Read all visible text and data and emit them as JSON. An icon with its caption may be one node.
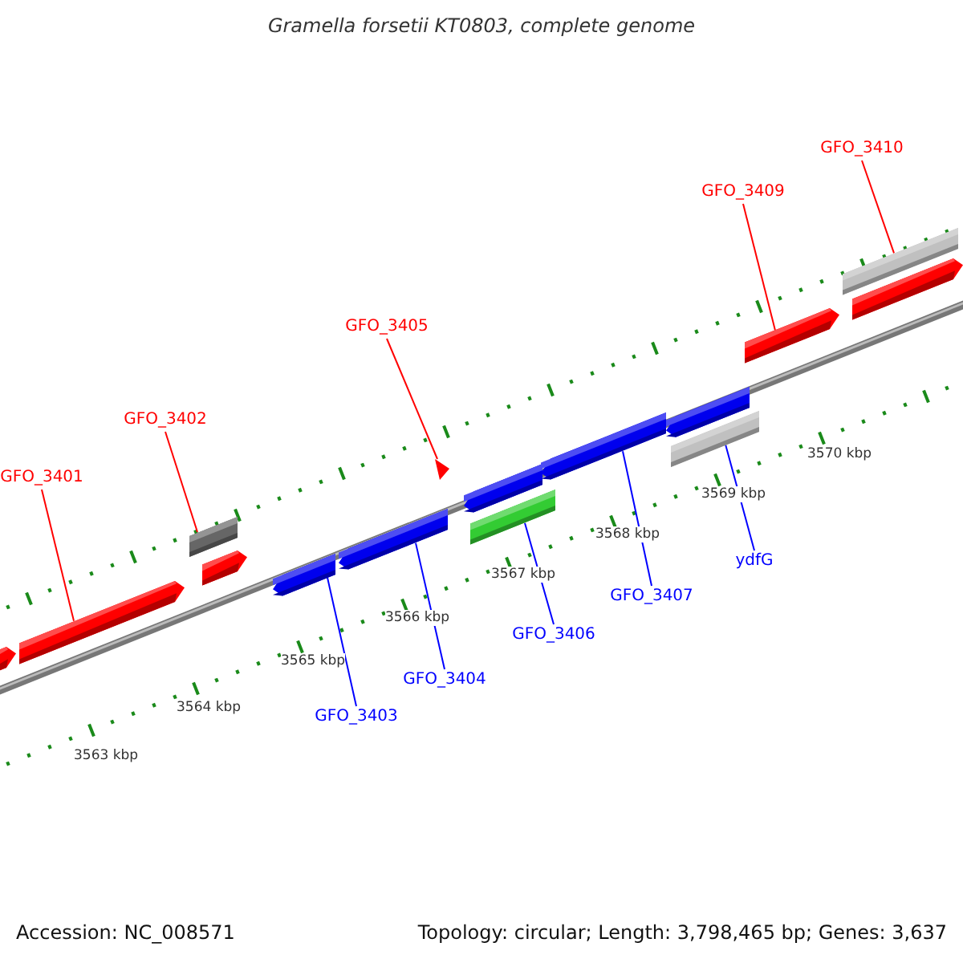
{
  "diagram": {
    "title": "Gramella forsetii KT0803, complete genome",
    "nodes": [
      {
        "text": [
          "GFO_3401"
        ]
      },
      {
        "text": [
          "GFO_3402"
        ]
      },
      {
        "text": [
          "GFO_3405"
        ]
      },
      {
        "text": [
          "GFO_3409"
        ]
      },
      {
        "text": [
          "GFO_3410"
        ]
      },
      {
        "text": [
          "GFO_3403"
        ]
      },
      {
        "text": [
          "GFO_3404"
        ]
      },
      {
        "text": [
          "GFO_3406"
        ]
      },
      {
        "text": [
          "GFO_3407"
        ]
      },
      {
        "text": [
          "ydfG"
        ]
      },
      {
        "text": [],
        "shape": "arrow"
      },
      {
        "text": [],
        "shape": "arrow"
      },
      {
        "text": [],
        "shape": "box"
      },
      {
        "text": [],
        "shape": "arrow"
      },
      {
        "text": [],
        "shape": "arrow"
      },
      {
        "text": [],
        "shape": "arrow"
      },
      {
        "text": [],
        "shape": "triangle"
      },
      {
        "text": [],
        "shape": "arrow"
      },
      {
        "text": [],
        "shape": "box"
      },
      {
        "text": [],
        "shape": "arrow"
      },
      {
        "text": [],
        "shape": "arrow"
      },
      {
        "text": [],
        "shape": "box"
      },
      {
        "text": [],
        "shape": "arrow"
      },
      {
        "text": [],
        "shape": "box"
      },
      {
        "text": [],
        "shape": "arrow"
      }
    ],
    "edges": [
      {
        "from": 0,
        "to": 11,
        "arrow": "none",
        "color": "#ff0000"
      },
      {
        "from": 1,
        "to": 12,
        "arrow": "none",
        "color": "#ff0000"
      },
      {
        "from": 2,
        "to": 16,
        "arrow": "none",
        "color": "#ff0000"
      },
      {
        "from": 3,
        "to": 22,
        "arrow": "none",
        "color": "#ff0000"
      },
      {
        "from": 4,
        "to": 23,
        "arrow": "none",
        "color": "#ff0000"
      },
      {
        "from": 5,
        "to": 14,
        "arrow": "none",
        "color": "#0000ff"
      },
      {
        "from": 6,
        "to": 15,
        "arrow": "none",
        "color": "#0000ff"
      },
      {
        "from": 7,
        "to": 18,
        "arrow": "none",
        "color": "#0000ff"
      },
      {
        "from": 8,
        "to": 19,
        "arrow": "none",
        "color": "#0000ff"
      },
      {
        "from": 9,
        "to": 21,
        "arrow": "none",
        "color": "#0000ff"
      }
    ],
    "labels": [
      "3570 kbp",
      "3569 kbp",
      "3568 kbp",
      "3567 kbp",
      "3566 kbp",
      "3565 kbp",
      "3564 kbp",
      "3563 kbp",
      "Accession: NC_008571",
      "Topology: circular; Length: 3,798,465 bp; Genes: 3,637"
    ]
  }
}
